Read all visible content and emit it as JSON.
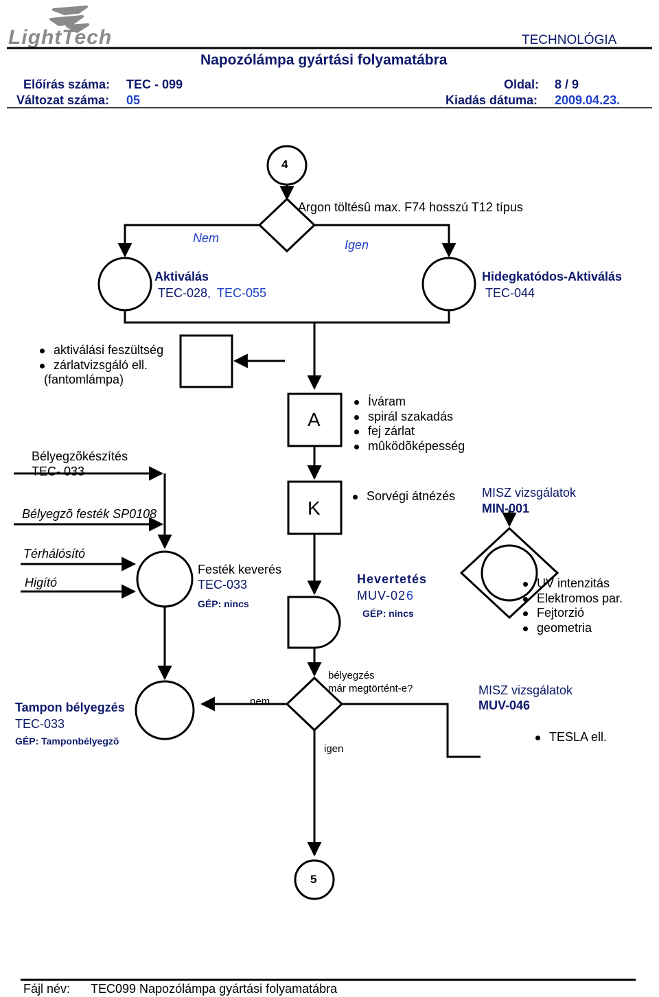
{
  "header": {
    "logo_text": "LightTech",
    "category": "TECHNOLÓGIA",
    "title": "Napozólámpa gyártási folyamatábra",
    "spec_label": "Előírás száma:",
    "spec_value": "TEC - 099",
    "page_label": "Oldal:",
    "page_value": "8 / 9",
    "version_label": "Változat száma:",
    "version_value": "05",
    "date_label": "Kiadás dátuma:",
    "date_value": "2009.04.23."
  },
  "flow": {
    "connector_top": "4",
    "connector_bottom": "5",
    "decision1_question": "Argon töltésû max. F74 hosszú T12 típus",
    "decision1_no": "Nem",
    "decision1_yes": "Igen",
    "activation_title": "Aktiválás",
    "activation_ref_a": "TEC-028,",
    "activation_ref_b": "TEC-055",
    "cold_title": "Hidegkatódos-Aktiválás",
    "cold_ref": "TEC-044",
    "activation_bullets": [
      "aktiválási feszültség",
      "zárlatvizsgáló ell."
    ],
    "activation_note": "(fantomlámpa)",
    "box_a": "A",
    "box_k": "K",
    "check_bullets": [
      "Íváram",
      "spirál szakadás",
      "fej zárlat",
      "mûködõképesség"
    ],
    "final_bullet": "Sorvégi átnézés",
    "misz1_title": "MISZ vizsgálatok",
    "misz1_ref": "MIN-001",
    "stamp_make_title": "Bélyegzõkészítés",
    "stamp_make_ref": "TEC- 033",
    "stamp_ink": "Bélyegzõ festék SP0108",
    "hardener": "Térhálósító",
    "thinner": "Higító",
    "ink_mix_title": "Festék keverés",
    "ink_mix_ref": "TEC-033",
    "ink_mix_machine": "GÉP: nincs",
    "rest_title": "Hevertetés",
    "rest_ref_a": "MUV-02",
    "rest_ref_b": "6",
    "rest_machine": "GÉP: nincs",
    "uv_bullets": [
      "UV intenzitás",
      "Elektromos par.",
      "Fejtorzió",
      "geometria"
    ],
    "pad_title": "Tampon bélyegzés",
    "pad_ref": "TEC-033",
    "pad_machine": "GÉP: Tamponbélyegzõ",
    "decision2_question_a": "bélyegzés",
    "decision2_question_b": "már megtörtént-e?",
    "decision2_no": "nem",
    "decision2_yes": "igen",
    "misz2_title": "MISZ vizsgálatok",
    "misz2_ref": "MUV-046",
    "tesla_bullet": "TESLA ell."
  },
  "footer": {
    "file_label": "Fájl név:",
    "file_value": "TEC099 Napozólámpa gyártási folyamatábra"
  }
}
